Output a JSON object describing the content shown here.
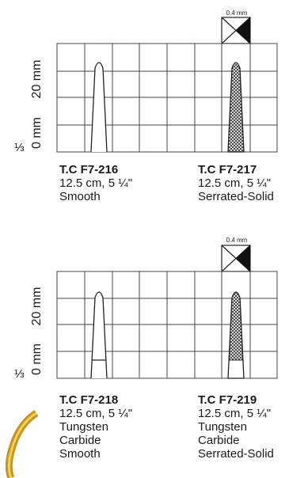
{
  "panels": [
    {
      "scale_note": "0.4 mm",
      "axis_top": "20 mm",
      "axis_bottom": "0 mm",
      "fraction": "⅓",
      "items": [
        {
          "code": "T.C F7-216",
          "size": "12.5 cm, 5 ¼\"",
          "desc": [
            "Smooth"
          ],
          "tip": "smooth-outline-icon"
        },
        {
          "code": "T.C F7-217",
          "size": "12.5 cm, 5 ¼\"",
          "desc": [
            "Serrated-Solid"
          ],
          "tip": "serrated-solid-icon"
        }
      ]
    },
    {
      "scale_note": "0.4 mm",
      "axis_top": "20 mm",
      "axis_bottom": "0 mm",
      "fraction": "⅓",
      "items": [
        {
          "code": "T.C F7-218",
          "size": "12.5 cm, 5 ¼\"",
          "desc": [
            "Tungsten",
            "Carbide",
            "Smooth"
          ],
          "tip": "tungsten-smooth-icon"
        },
        {
          "code": "T.C F7-219",
          "size": "12.5 cm, 5 ¼\"",
          "desc": [
            "Tungsten",
            "Carbide",
            "Serrated-Solid"
          ],
          "tip": "tungsten-serrated-icon"
        }
      ]
    }
  ]
}
